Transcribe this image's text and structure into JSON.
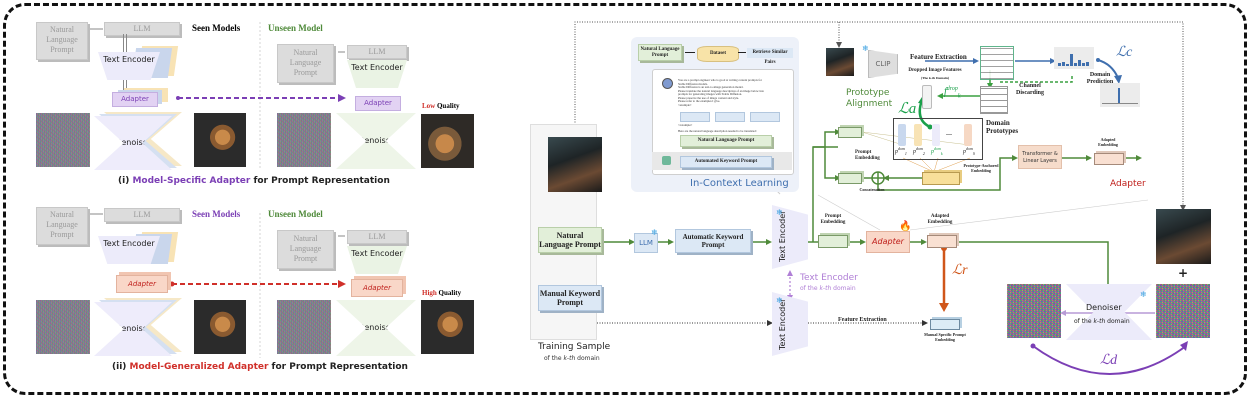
{
  "panel_i": {
    "caption_prefix": "(i) ",
    "caption_highlight": "Model-Specific Adapter",
    "caption_suffix": " for Prompt Representation",
    "highlight_color": "#7b3fb5",
    "seen_label": "Seen Models",
    "unseen_label": "Unseen Model",
    "nl_prompt": "Natural Language Prompt",
    "llm": "LLM",
    "text_encoder": "Text Encoder",
    "adapter": "Adapter",
    "denoiser": "Denoiser",
    "quality_word": "Low",
    "quality_suffix": " Quality",
    "quality_color": "#d0302a"
  },
  "panel_ii": {
    "caption_prefix": "(ii) ",
    "caption_highlight": "Model-Generalized Adapter",
    "caption_suffix": " for Prompt Representation",
    "highlight_color": "#d0302a",
    "seen_label": "Seen Models",
    "unseen_label": "Unseen Model",
    "nl_prompt": "Natural Language Prompt",
    "llm": "LLM",
    "text_encoder": "Text Encoder",
    "adapter": "Adapter",
    "denoiser": "Denoiser",
    "quality_word": "High",
    "quality_suffix": " Quality",
    "quality_color": "#d0302a"
  },
  "colors": {
    "seen": "#7b3fb5",
    "unseen": "#4f8a3a",
    "adapter_red": "#c0201c",
    "green_line": "#4f8a3a",
    "blue_line": "#3f6fae",
    "orange": "#d0561a",
    "purple_loss": "#7b3fb5"
  },
  "training": {
    "nl_prompt": "Natural Language Prompt",
    "manual_prompt": "Manual Keyword Prompt",
    "caption": "Training Sample",
    "subcaption_pre": "of the ",
    "subcaption_k": "k-th",
    "subcaption_post": " domain"
  },
  "icl": {
    "title": "In-Context Learning",
    "nl_prompt": "Natural Language Prompt",
    "dataset": "Dataset",
    "retrieve": "Retrieve Similar Pairs",
    "instruction_lines": [
      "You are a prompt engineer who is good at writing content prompts for",
      "Stable Diffusion models.",
      "Stable Diffusion is an text-to-image generation model.",
      "Please translate the natural language description of an image below into",
      "prompts for generating images with Stable Diffusion.",
      "Please preserve the use of image content and style.",
      "Please refer to the examples I give.",
      "<example>"
    ],
    "example_end": "</example>",
    "now_line": "Here are the natural language description needed to be translated:",
    "nl_prompt_inner": "Natural Language Prompt",
    "auto_keyword": "Automated Keyword Prompt"
  },
  "main_flow": {
    "llm": "LLM",
    "auto_keyword": "Automatic Keyword Prompt",
    "text_encoder": "Text Encoder",
    "prompt_embedding": "Prompt Embedding",
    "adapter": "Adapter",
    "adapted_embedding": "Adapted Embedding",
    "text_encoder_note": "Text Encoder",
    "text_encoder_note_sub_pre": "of the ",
    "text_encoder_note_sub_k": "k-th",
    "text_encoder_note_sub_post": " domain",
    "feature_extraction": "Feature Extraction",
    "manual_embedding": "Manual Specific Prompt Embedding",
    "loss_r": "ℒr",
    "loss_d": "ℒd",
    "denoiser": "Denoiser",
    "denoiser_sub_pre": "of the ",
    "denoiser_sub_k": "k-th",
    "denoiser_sub_post": " domain",
    "plus": "+"
  },
  "prototype": {
    "title_line1": "Prototype",
    "title_line2": "Alignment",
    "clip": "CLIP",
    "feature_extraction": "Feature Extraction",
    "dropped_features": "Dropped Image Features",
    "dropped_sub": "(The k-th Domain)",
    "f_drop": "f",
    "f_drop_sup": "drop",
    "f_drop_sub": "k",
    "channel_discarding": "Channel Discarding",
    "domain_prediction": "Domain Prediction",
    "loss_c": "ℒc",
    "loss_a": "ℒa"
  },
  "adapter_detail": {
    "title": "Adapter",
    "domain_prototypes": "Domain Prototypes",
    "prototypes": [
      "p1",
      "p2",
      "pk",
      "pS"
    ],
    "prototype_sup": "dom",
    "ellipsis": "...",
    "prompt_embedding": "Prompt Embedding",
    "concatenation": "Concatenation",
    "prototype_anchored": "Prototype-Anchored Embedding",
    "transformer": "Transformer & Linear Layers",
    "adapted_embedding": "Adapted Embedding"
  }
}
